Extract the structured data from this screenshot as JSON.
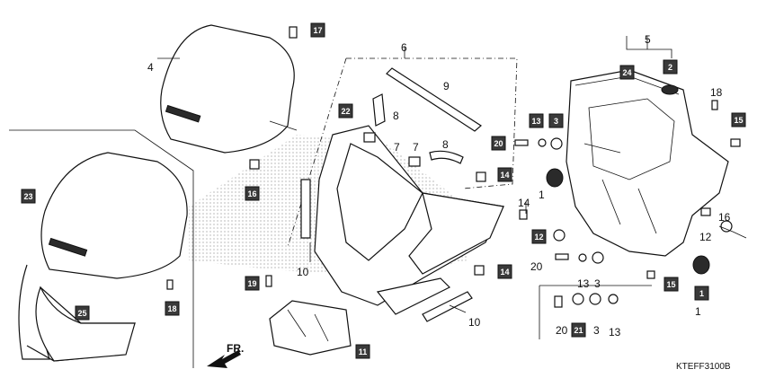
{
  "diagram": {
    "code": "KTEFF3100B",
    "direction_label": "FR.",
    "plain_labels": [
      {
        "id": "l1",
        "text": "4"
      },
      {
        "id": "l2",
        "text": "6"
      },
      {
        "id": "l3",
        "text": "5"
      },
      {
        "id": "l4",
        "text": "9"
      },
      {
        "id": "l5",
        "text": "8"
      },
      {
        "id": "l6",
        "text": "7"
      },
      {
        "id": "l7",
        "text": "7"
      },
      {
        "id": "l8",
        "text": "8"
      },
      {
        "id": "l9",
        "text": "18"
      },
      {
        "id": "l10",
        "text": "1"
      },
      {
        "id": "l11",
        "text": "14"
      },
      {
        "id": "l12",
        "text": "16"
      },
      {
        "id": "l13",
        "text": "12"
      },
      {
        "id": "l14",
        "text": "10"
      },
      {
        "id": "l15",
        "text": "20"
      },
      {
        "id": "l16",
        "text": "13"
      },
      {
        "id": "l17",
        "text": "3"
      },
      {
        "id": "l18",
        "text": "10"
      },
      {
        "id": "l19",
        "text": "1"
      },
      {
        "id": "l20",
        "text": "20"
      },
      {
        "id": "l21",
        "text": "3"
      },
      {
        "id": "l22",
        "text": "13"
      }
    ],
    "boxed_labels": [
      {
        "id": "b1",
        "text": "17"
      },
      {
        "id": "b2",
        "text": "22"
      },
      {
        "id": "b3",
        "text": "24"
      },
      {
        "id": "b4",
        "text": "2"
      },
      {
        "id": "b5",
        "text": "15"
      },
      {
        "id": "b6",
        "text": "13"
      },
      {
        "id": "b7",
        "text": "3"
      },
      {
        "id": "b8",
        "text": "20"
      },
      {
        "id": "b9",
        "text": "14"
      },
      {
        "id": "b10",
        "text": "16"
      },
      {
        "id": "b11",
        "text": "23"
      },
      {
        "id": "b12",
        "text": "12"
      },
      {
        "id": "b13",
        "text": "18"
      },
      {
        "id": "b14",
        "text": "19"
      },
      {
        "id": "b15",
        "text": "14"
      },
      {
        "id": "b16",
        "text": "15"
      },
      {
        "id": "b17",
        "text": "1"
      },
      {
        "id": "b18",
        "text": "25"
      },
      {
        "id": "b19",
        "text": "21"
      },
      {
        "id": "b20",
        "text": "11"
      }
    ]
  }
}
